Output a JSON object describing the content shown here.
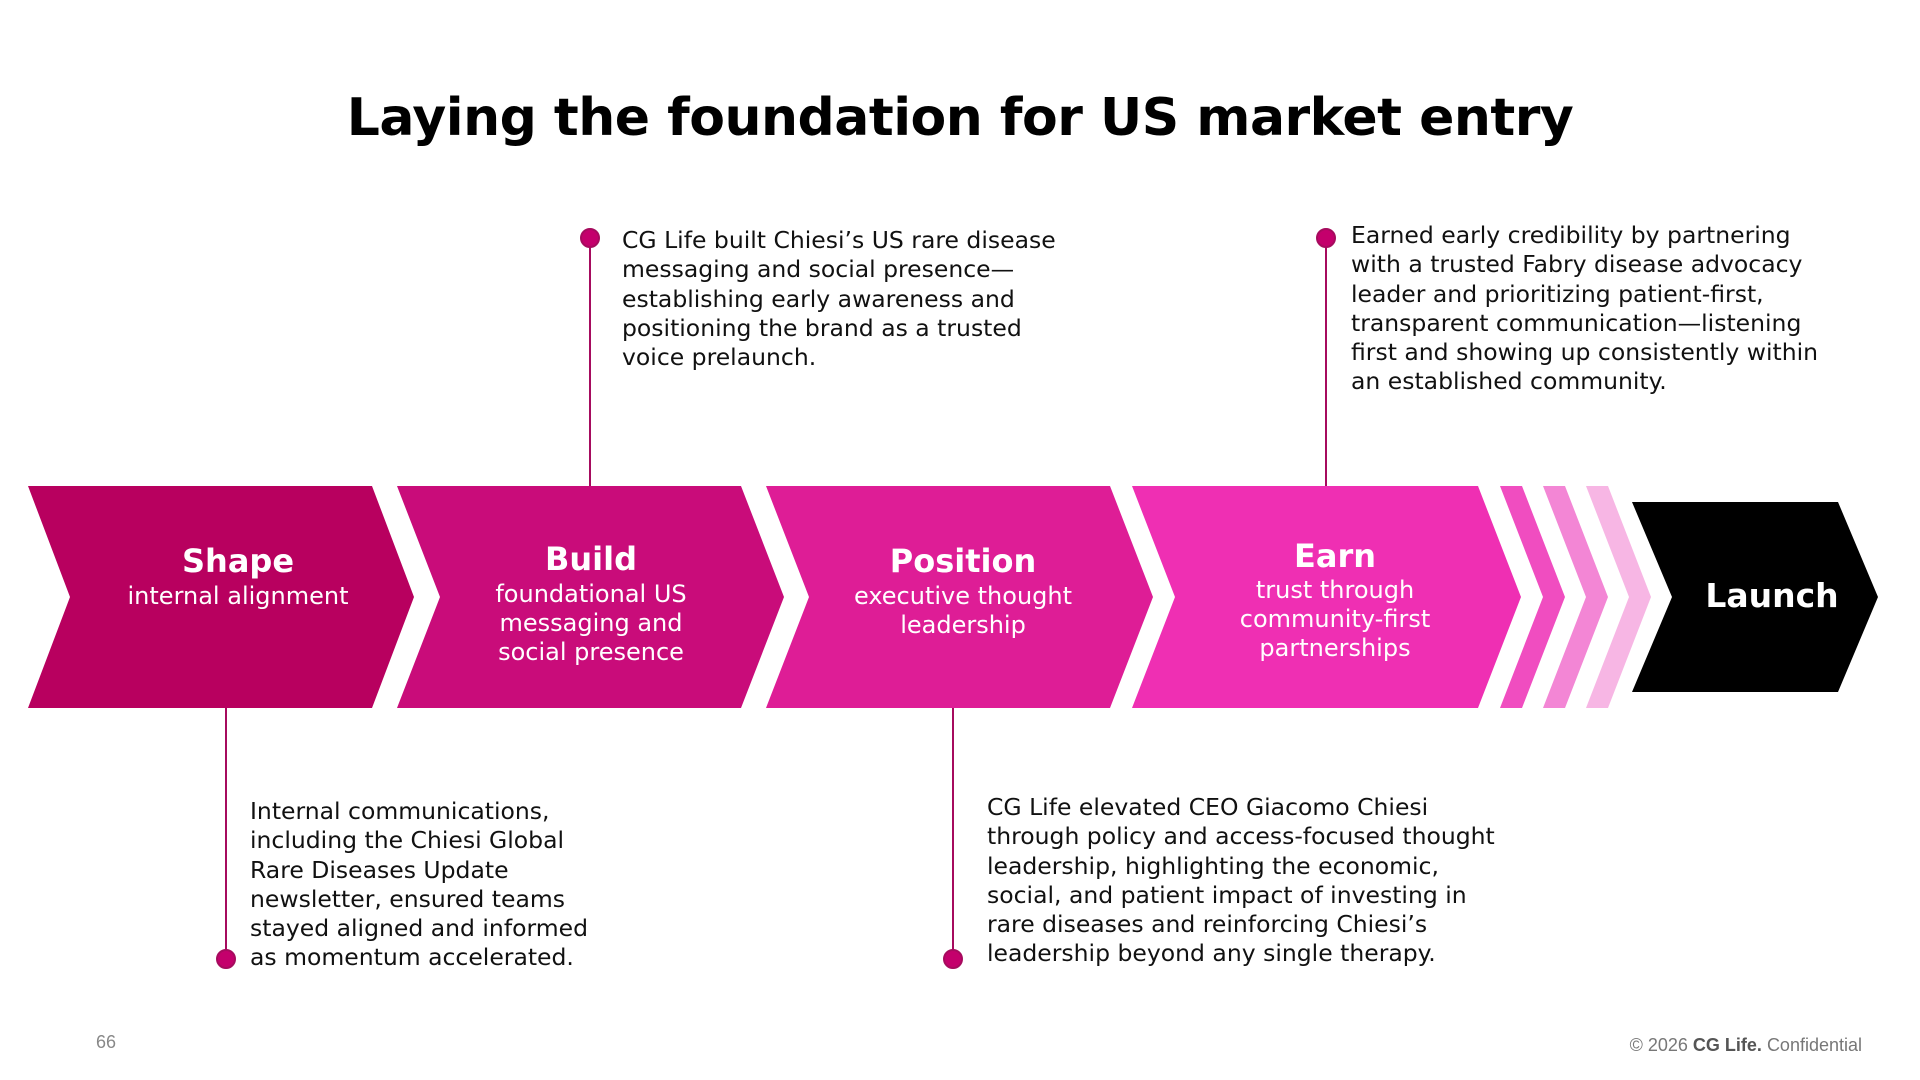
{
  "title": "Laying the foundation for US market entry",
  "colors": {
    "shape": "#B8005F",
    "build": "#C90C7A",
    "position": "#DE1D96",
    "earn": "#EF2FB3",
    "fade1": "#F04DC0",
    "fade2": "#F386D5",
    "fade3": "#F7B6E4",
    "launch": "#000000",
    "connector": "#A60B5E",
    "dot": "#C4006C"
  },
  "stages": [
    {
      "title": "Shape",
      "subtitle": "internal alignment"
    },
    {
      "title": "Build",
      "subtitle": "foundational US\nmessaging and\nsocial presence"
    },
    {
      "title": "Position",
      "subtitle": "executive thought\nleadership"
    },
    {
      "title": "Earn",
      "subtitle": "trust through\ncommunity-first\npartnerships"
    }
  ],
  "launch": {
    "label": "Launch"
  },
  "callouts": {
    "shape": "Internal communications,\nincluding the Chiesi Global\nRare Diseases Update\nnewsletter, ensured teams\nstayed aligned and informed\nas momentum accelerated.",
    "build": "CG Life built Chiesi’s US rare disease\nmessaging and social presence—\nestablishing early awareness and\npositioning the brand as a trusted\nvoice prelaunch.",
    "position": "CG Life elevated CEO Giacomo Chiesi\nthrough policy and access-focused thought\nleadership, highlighting the economic,\nsocial, and patient impact of investing in\nrare diseases and reinforcing Chiesi’s\nleadership beyond any single therapy.",
    "earn": "Earned early credibility by partnering\nwith a trusted Fabry disease advocacy\nleader and prioritizing patient-first,\ntransparent communication—listening\nfirst and showing up consistently within\nan established community."
  },
  "footer": {
    "page_number": "66",
    "copyright": "© 2026",
    "brand": "CG Life.",
    "confidential": "Confidential"
  }
}
